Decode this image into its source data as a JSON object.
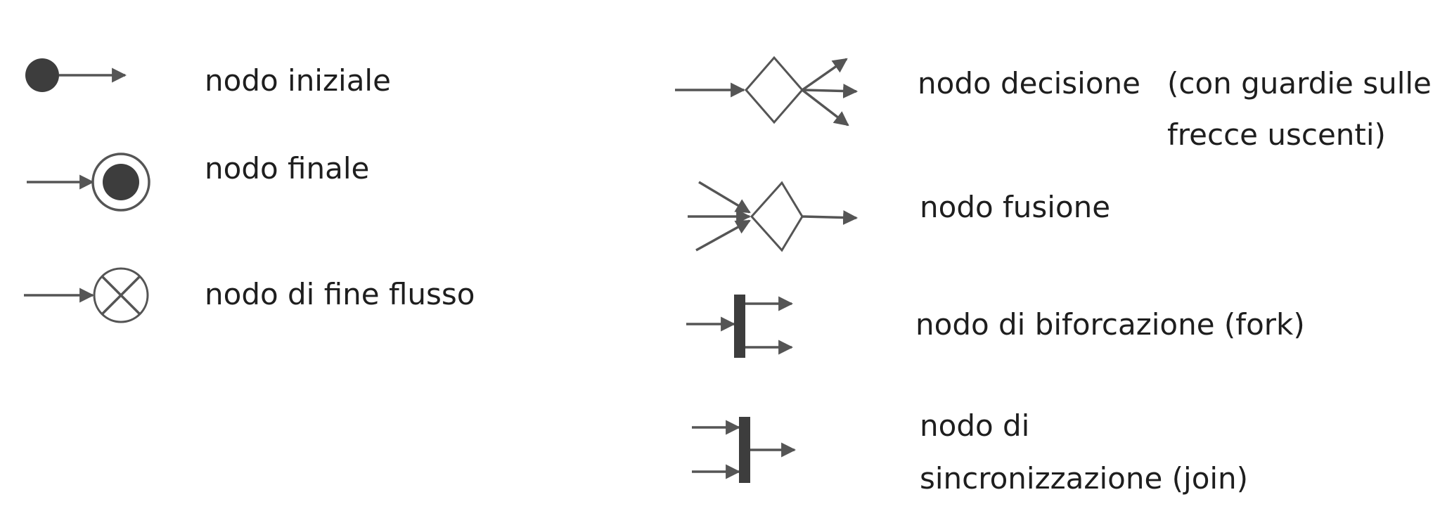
{
  "legend": {
    "initial_node": {
      "label": "nodo iniziale",
      "icon": "initial-node-icon"
    },
    "final_node": {
      "label": "nodo finale",
      "icon": "final-node-icon"
    },
    "flow_final_node": {
      "label": "nodo di fine flusso",
      "icon": "flow-final-node-icon"
    },
    "decision_node": {
      "label": "nodo decisione",
      "note_line1": "(con guardie sulle",
      "note_line2": "frecce uscenti)",
      "icon": "decision-node-icon"
    },
    "merge_node": {
      "label": "nodo fusione",
      "icon": "merge-node-icon"
    },
    "fork_node": {
      "label": "nodo di biforcazione (fork)",
      "icon": "fork-node-icon"
    },
    "join_node": {
      "label_line1": "nodo di",
      "label_line2": "sincronizzazione (join)",
      "icon": "join-node-icon"
    }
  },
  "colors": {
    "symbol_stroke": "#555555",
    "symbol_fill": "#3d3d3d",
    "text": "#1e1e1e",
    "background": "#ffffff"
  }
}
